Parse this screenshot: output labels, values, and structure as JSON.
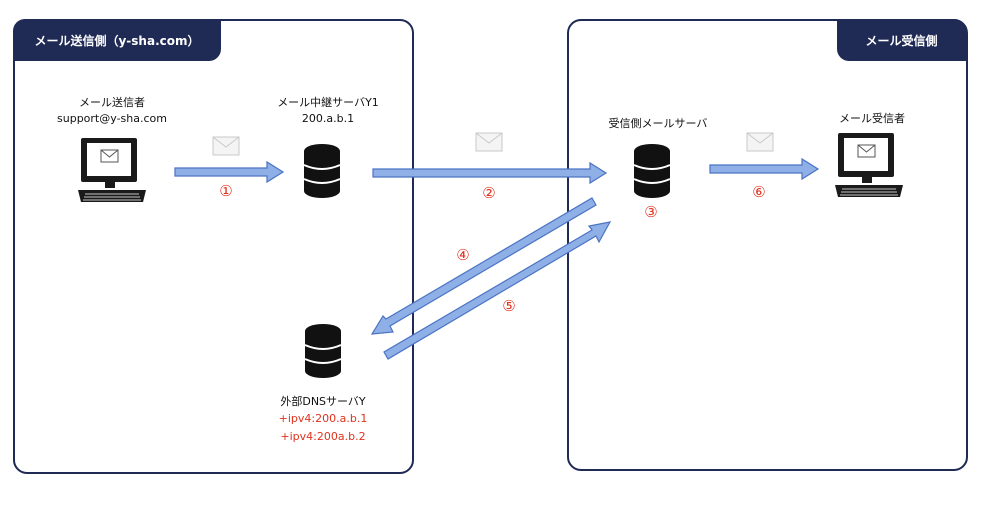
{
  "sender_area": {
    "title": "メール送信側（y-sha.com）"
  },
  "receiver_area": {
    "title": "メール受信側"
  },
  "sender": {
    "name": "メール送信者",
    "address": "support@y-sha.com"
  },
  "relay_server": {
    "name": "メール中継サーバY1",
    "ip": "200.a.b.1"
  },
  "dns_server": {
    "name": "外部DNSサーバY",
    "records": [
      "+ipv4:200.a.b.1",
      "+ipv4:200a.b.2"
    ]
  },
  "receiving_server": {
    "name": "受信側メールサーバ"
  },
  "recipient": {
    "name": "メール受信者"
  },
  "steps": [
    "①",
    "②",
    "③",
    "④",
    "⑤",
    "⑥"
  ],
  "colors": {
    "frame": "#1f2a55",
    "arrow_fill": "#8fb0e6",
    "arrow_stroke": "#4a73c4",
    "step_number": "#e0321e"
  },
  "icons": [
    "computer-icon",
    "server-icon",
    "envelope-icon"
  ]
}
